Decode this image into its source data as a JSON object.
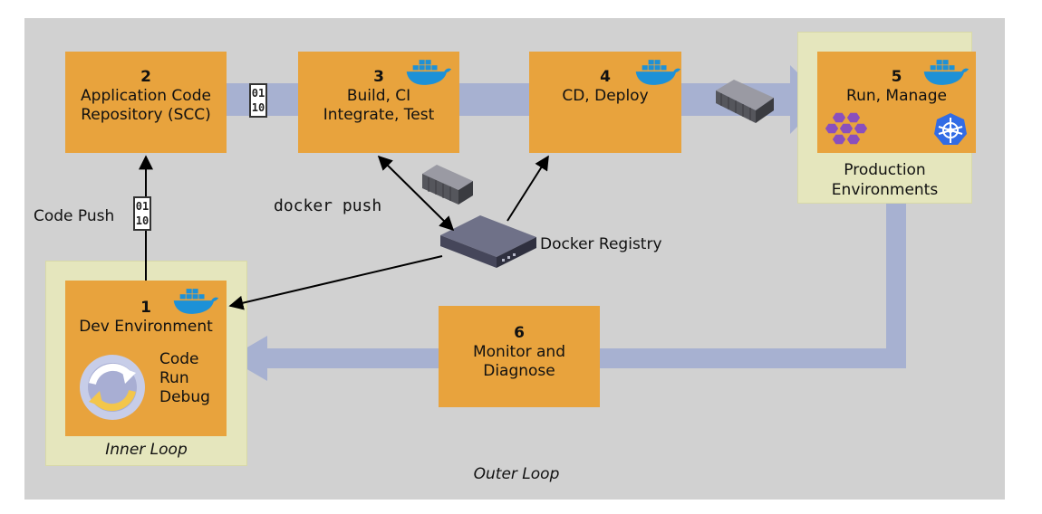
{
  "stages": [
    {
      "num": "1",
      "label": "Dev Environment"
    },
    {
      "num": "2",
      "label_line1": "Application Code",
      "label_line2": "Repository (SCC)"
    },
    {
      "num": "3",
      "label_line1": "Build, CI",
      "label_line2": "Integrate, Test"
    },
    {
      "num": "4",
      "label": "CD, Deploy"
    },
    {
      "num": "5",
      "label": "Run, Manage"
    },
    {
      "num": "6",
      "label_line1": "Monitor and",
      "label_line2": "Diagnose"
    }
  ],
  "dev_loop": [
    "Code",
    "Run",
    "Debug"
  ],
  "zones": {
    "inner": "Inner Loop",
    "production_line1": "Production",
    "production_line2": "Environments",
    "outer": "Outer Loop"
  },
  "labels": {
    "code_push": "Code Push",
    "docker_push": "docker push",
    "docker_registry": "Docker Registry"
  },
  "binary": {
    "top": "01",
    "bottom": "10"
  },
  "icons": [
    "docker-whale-icon",
    "container-icon",
    "registry-server-icon",
    "kubernetes-icon",
    "service-fabric-icon",
    "refresh-cycle-icon"
  ],
  "colors": {
    "stage": "#e8a33d",
    "zone": "#e5e6bd",
    "background": "#d1d1d1",
    "flow_arrow": "#a7b1d1",
    "docker": "#1d91d7",
    "kubernetes": "#326ce5"
  }
}
